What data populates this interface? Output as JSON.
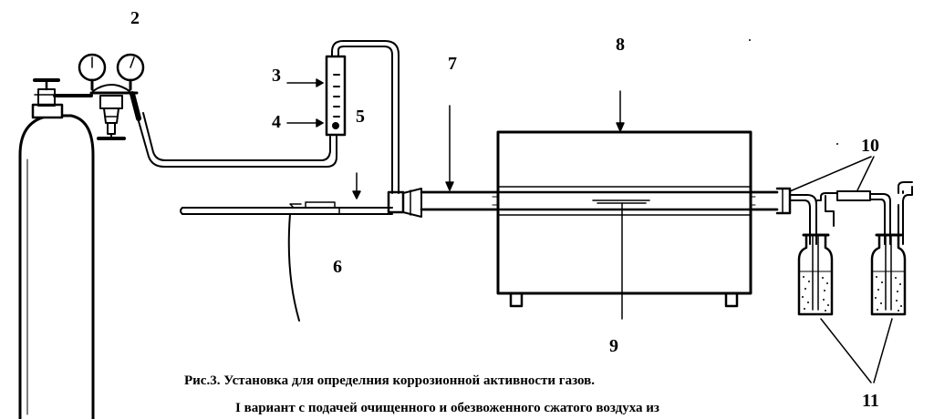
{
  "labels": {
    "l2": "2",
    "l3": "3",
    "l4": "4",
    "l5": "5",
    "l6": "6",
    "l7": "7",
    "l8": "8",
    "l9": "9",
    "l10": "10",
    "l11": "11"
  },
  "caption": {
    "line1": "Рис.3. Установка для определния коррозионной активности газов.",
    "line2": "I вариант с подачей очищенного и обезвоженного сжатого воздуха из"
  }
}
